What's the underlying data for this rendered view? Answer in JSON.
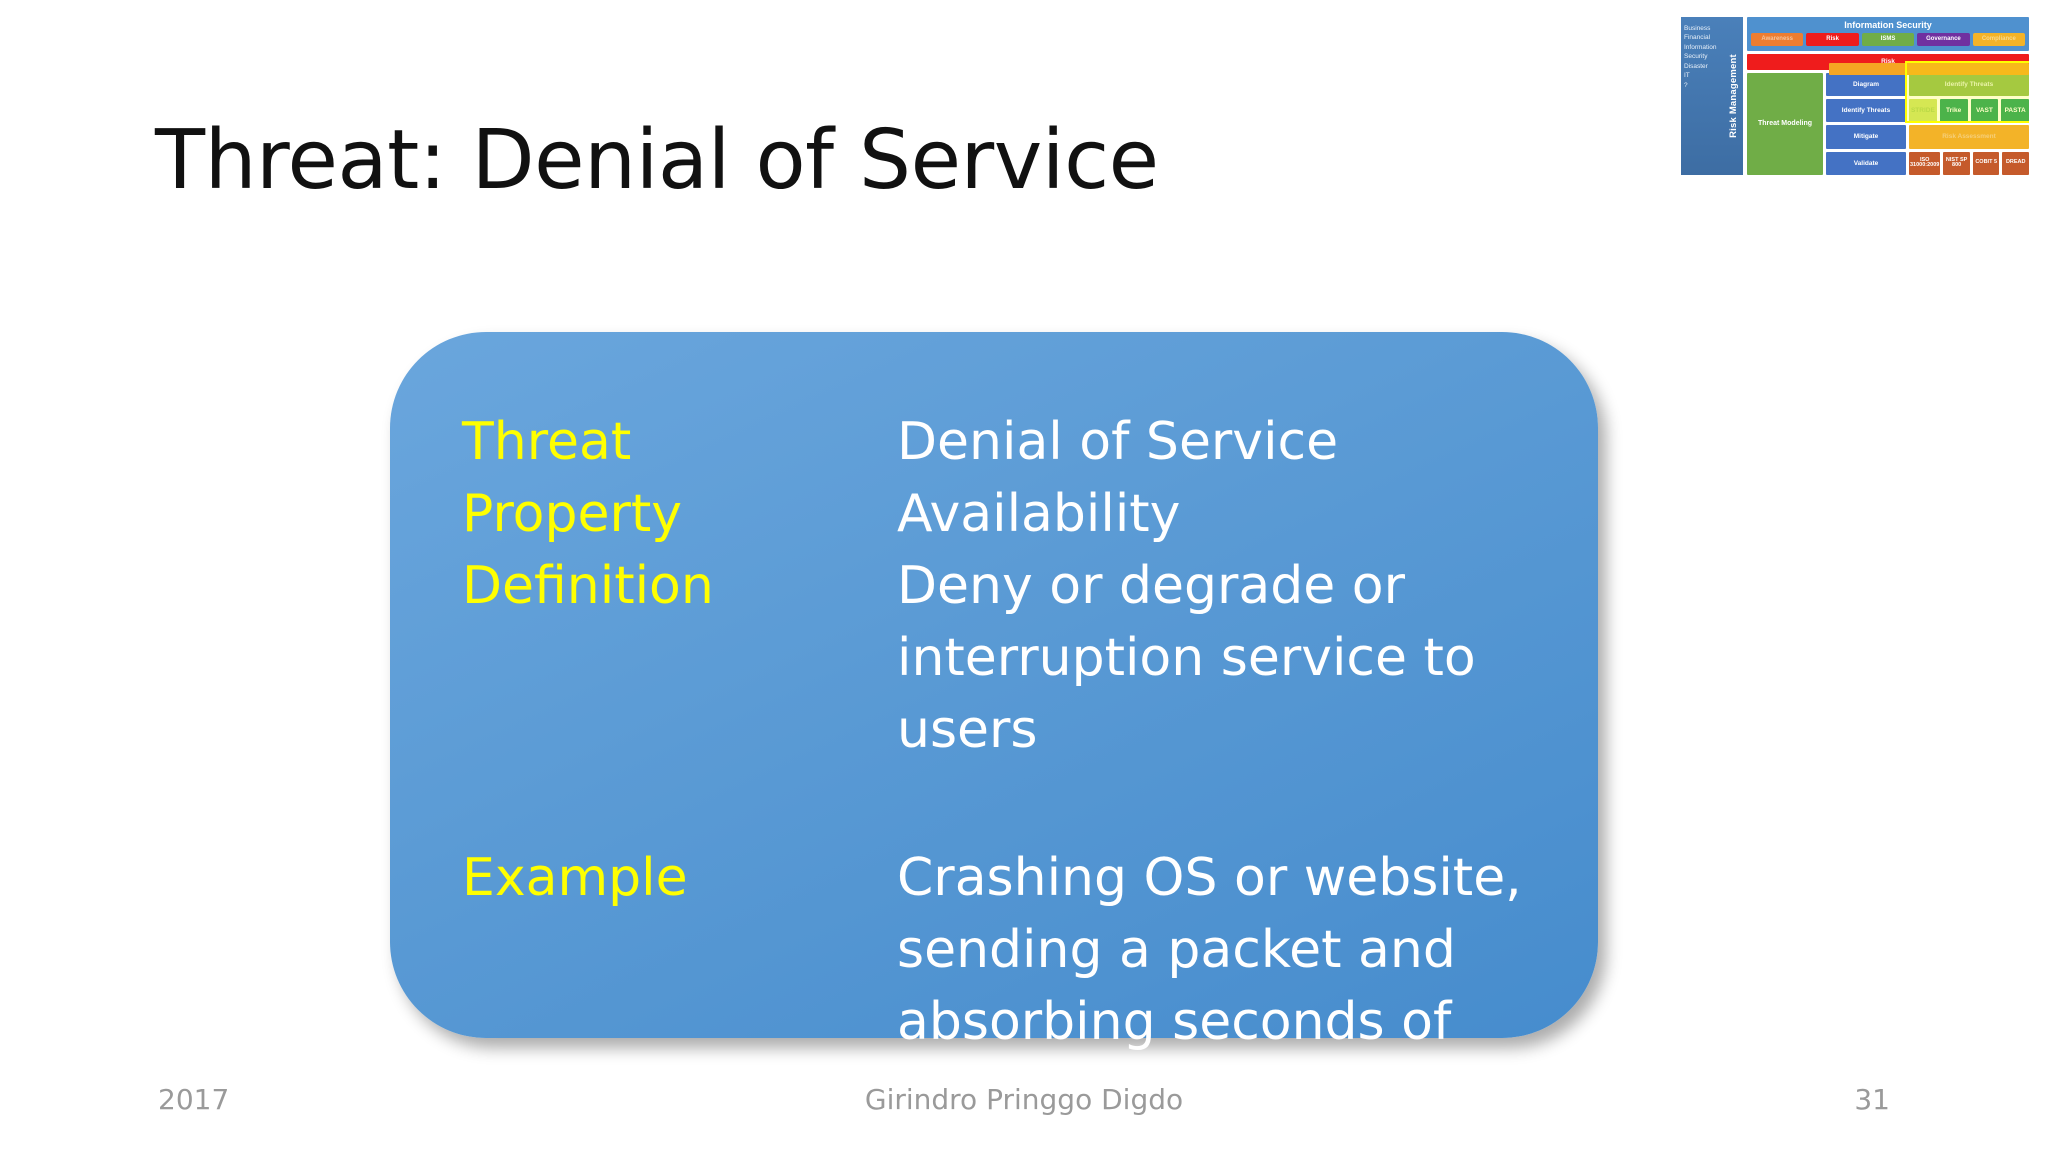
{
  "slide": {
    "title": "Threat: Denial of Service",
    "background_color": "#FFFFFF",
    "title_color": "#111111"
  },
  "panel": {
    "fill_color": "#5B9BD5",
    "label_color": "#FFFF00",
    "value_color": "#FFFFFF",
    "rows": [
      {
        "label": "Threat",
        "value": "Denial of Service"
      },
      {
        "label": "Property",
        "value": "Availability"
      },
      {
        "label": "Definition",
        "value": "Deny or degrade or interruption service to users"
      },
      {
        "label": "Example",
        "value": "Crashing OS or website, sending a packet and absorbing seconds of CPU time"
      }
    ]
  },
  "footer": {
    "year": "2017",
    "author": "Girindro Pringgo Digdo",
    "page_number": "31",
    "color": "#9A9A9A"
  },
  "thumbnail": {
    "risk_management": {
      "vertical_label": "Risk Management",
      "items": [
        "Business",
        "Financial",
        "Information",
        "Security",
        "Disaster",
        "IT",
        "?"
      ]
    },
    "information_security": {
      "title": "Information Security",
      "chips": [
        {
          "label": "Awareness",
          "color": "#ED7D31"
        },
        {
          "label": "Risk",
          "color": "#EF1C1C"
        },
        {
          "label": "ISMS",
          "color": "#70AD47"
        },
        {
          "label": "Governance",
          "color": "#7030A0"
        },
        {
          "label": "Compliance",
          "color": "#F3B328"
        }
      ]
    },
    "risk_bar": "Risk",
    "threat_modeling": {
      "label": "Threat Modeling",
      "steps": [
        "Diagram",
        "Identify Threats",
        "Mitigate",
        "Validate"
      ]
    },
    "identify_threats_label": "Identify Threats",
    "methods": [
      "STRIDE",
      "Trike",
      "VAST",
      "PASTA"
    ],
    "risk_assessment_label": "Risk Assessment",
    "standards": [
      "ISO 31000:2009",
      "NIST SP 800",
      "COBIT 5",
      "DREAD"
    ]
  }
}
